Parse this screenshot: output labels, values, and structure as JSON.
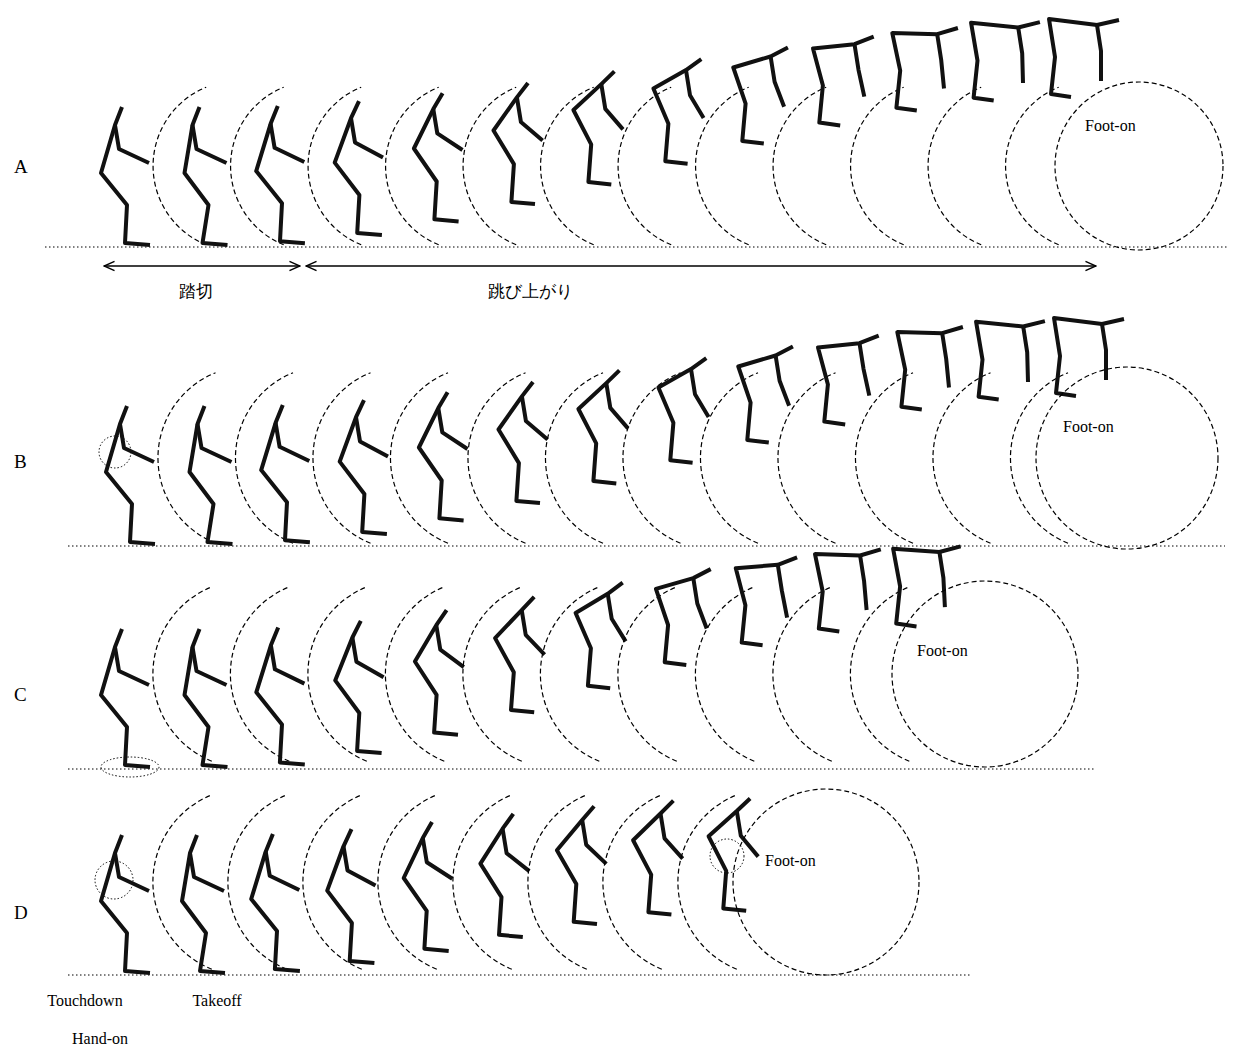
{
  "diagram": {
    "nodes": [
      {
        "text": [
          "Foot-on"
        ]
      },
      {
        "text": [
          "Foot-on"
        ]
      },
      {
        "text": [
          "Foot-on"
        ]
      },
      {
        "text": [
          "Foot-on"
        ]
      }
    ],
    "edges": [],
    "labels": [
      "A",
      "B",
      "C",
      "D",
      "踏切",
      "跳び上がり",
      "Touchdown",
      "Hand-on",
      "Takeoff"
    ]
  }
}
